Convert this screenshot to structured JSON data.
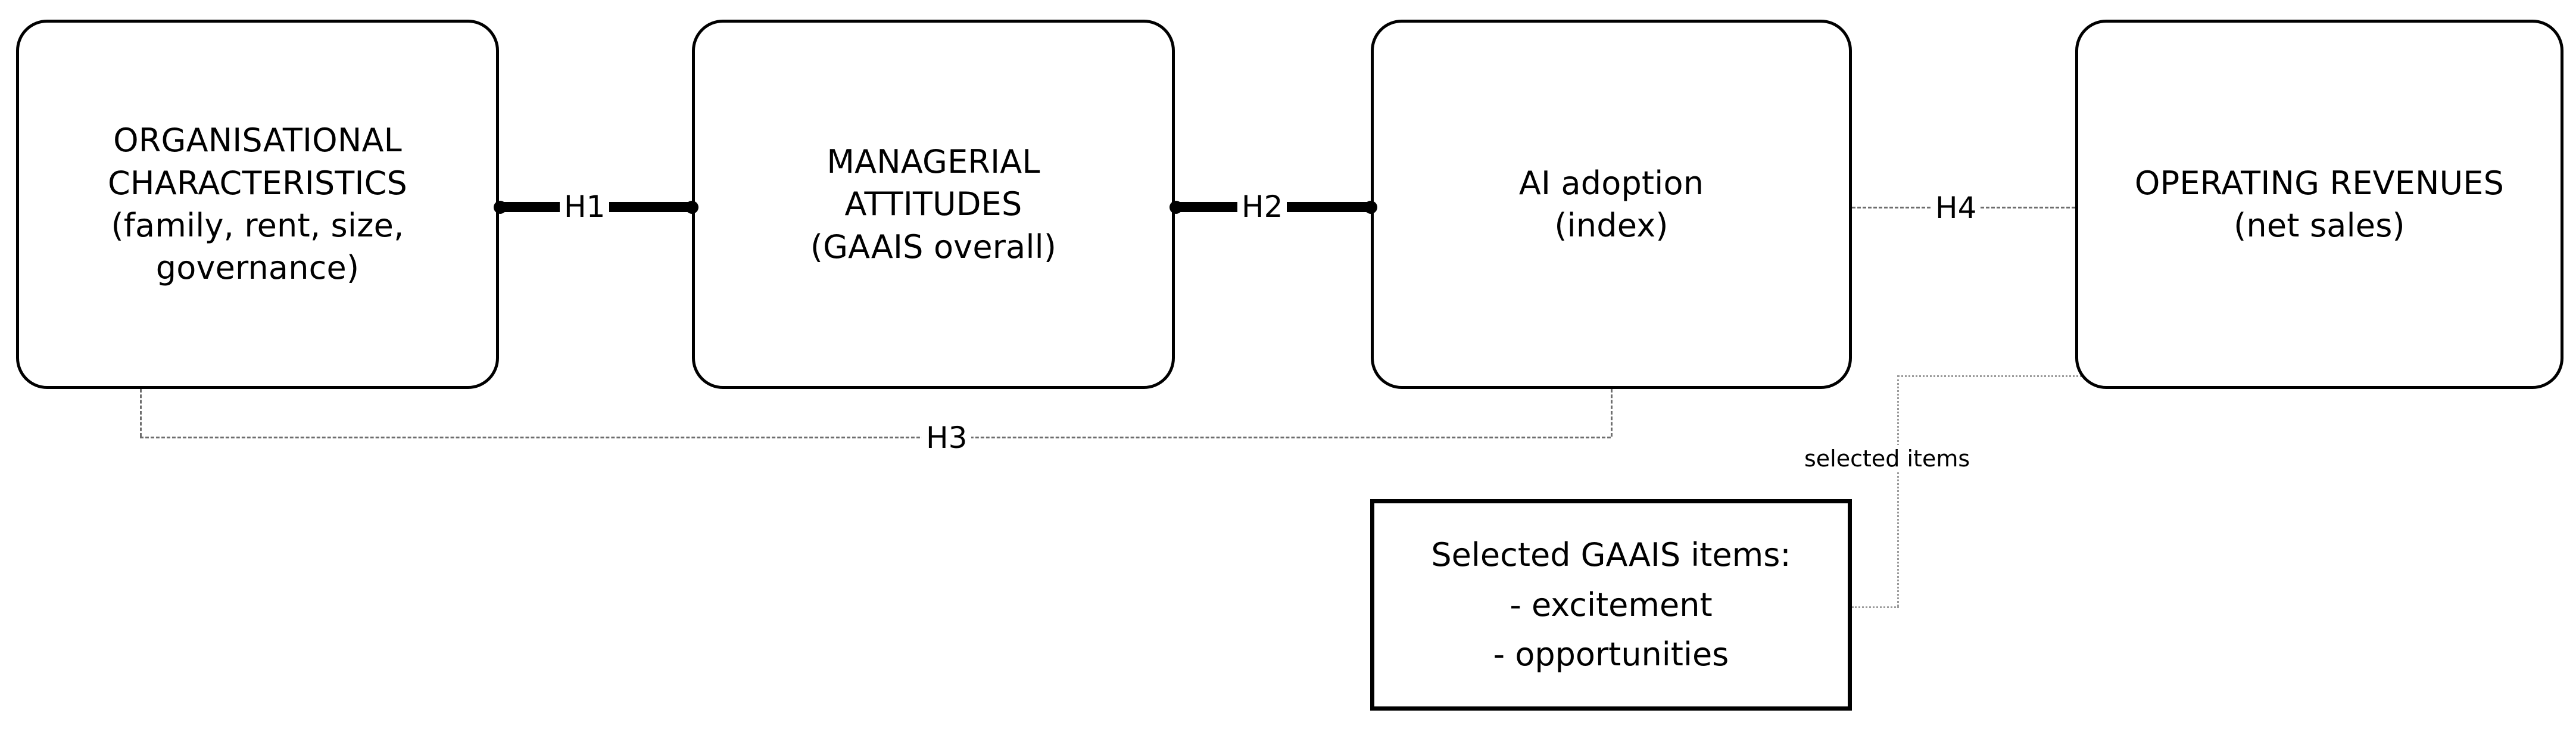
{
  "diagram": {
    "type": "conceptual-research-model",
    "nodes": [
      {
        "id": "organisational-characteristics",
        "label": "ORGANISATIONAL\nCHARACTERISTICS\n(family, rent, size,\ngovernance)",
        "shape": "rounded-rectangle"
      },
      {
        "id": "managerial-attitudes",
        "label": "MANAGERIAL\nATTITUDES\n(GAAIS overall)",
        "shape": "rounded-rectangle"
      },
      {
        "id": "ai-adoption",
        "label": "AI adoption\n(index)",
        "shape": "rounded-rectangle"
      },
      {
        "id": "operating-revenues",
        "label": "OPERATING REVENUES\n(net sales)",
        "shape": "rounded-rectangle"
      }
    ],
    "note": {
      "id": "selected-gaais-items",
      "label": "Selected GAAIS items:\n- excitement\n- opportunities",
      "shape": "rectangle"
    },
    "links": [
      {
        "id": "h1",
        "label": "H1",
        "from": "organisational-characteristics",
        "to": "managerial-attitudes",
        "style": "thick-solid",
        "color": "#000000"
      },
      {
        "id": "h2",
        "label": "H2",
        "from": "managerial-attitudes",
        "to": "ai-adoption",
        "style": "thick-solid",
        "color": "#000000"
      },
      {
        "id": "h3",
        "label": "H3",
        "from": "organisational-characteristics",
        "to": "ai-adoption",
        "style": "thin-dashed",
        "color": "#6e6e6e"
      },
      {
        "id": "h4",
        "label": "H4",
        "from": "ai-adoption",
        "to": "operating-revenues",
        "style": "thin-dashed",
        "color": "#6e6e6e"
      },
      {
        "id": "selected-items",
        "label": "selected items",
        "from": "selected-gaais-items",
        "to": "operating-revenues",
        "style": "thin-dotted",
        "color": "#9a9a9a"
      }
    ]
  }
}
